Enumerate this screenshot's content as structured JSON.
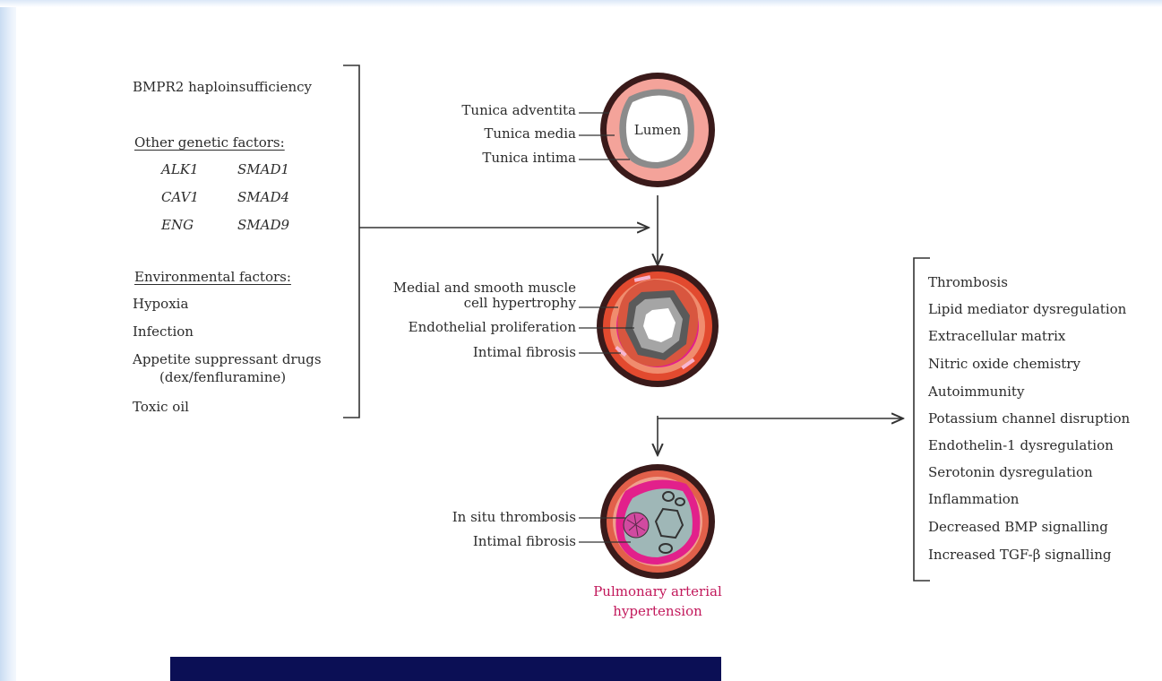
{
  "left_factors": {
    "bmpr2": "BMPR2 haploinsufficiency",
    "genetic_heading": "Other genetic factors:",
    "genes": [
      "ALK1",
      "SMAD1",
      "CAV1",
      "SMAD4",
      "ENG",
      "SMAD9"
    ],
    "env_heading": "Environmental factors:",
    "env": [
      "Hypoxia",
      "Infection",
      "Appetite suppressant drugs",
      "(dex/fenfluramine)",
      "Toxic oil"
    ]
  },
  "vessel_normal": {
    "lumen": "Lumen",
    "labels": [
      "Tunica adventita",
      "Tunica media",
      "Tunica intima"
    ]
  },
  "vessel_remodeled": {
    "labels": [
      "Medial and smooth muscle",
      "cell hypertrophy",
      "Endothelial proliferation",
      "Intimal fibrosis"
    ]
  },
  "vessel_pah": {
    "labels": [
      "In situ thrombosis",
      "Intimal fibrosis"
    ],
    "title_lines": [
      "Pulmonary arterial",
      "hypertension"
    ]
  },
  "right_factors": [
    "Thrombosis",
    "Lipid mediator dysregulation",
    "Extracellular matrix",
    "Nitric oxide chemistry",
    "Autoimmunity",
    "Potassium channel disruption",
    "Endothelin-1 dysregulation",
    "Serotonin dysregulation",
    "Inflammation",
    "Decreased BMP signalling",
    "Increased TGF-β signalling"
  ],
  "colors": {
    "adventitia": "#f4a39a",
    "media": "#d8563f",
    "intima": "#8b8b8b",
    "hypertrophy": "#e2208b",
    "lumen_pah": "#9fb7b7",
    "pah_title": "#c2185b"
  }
}
